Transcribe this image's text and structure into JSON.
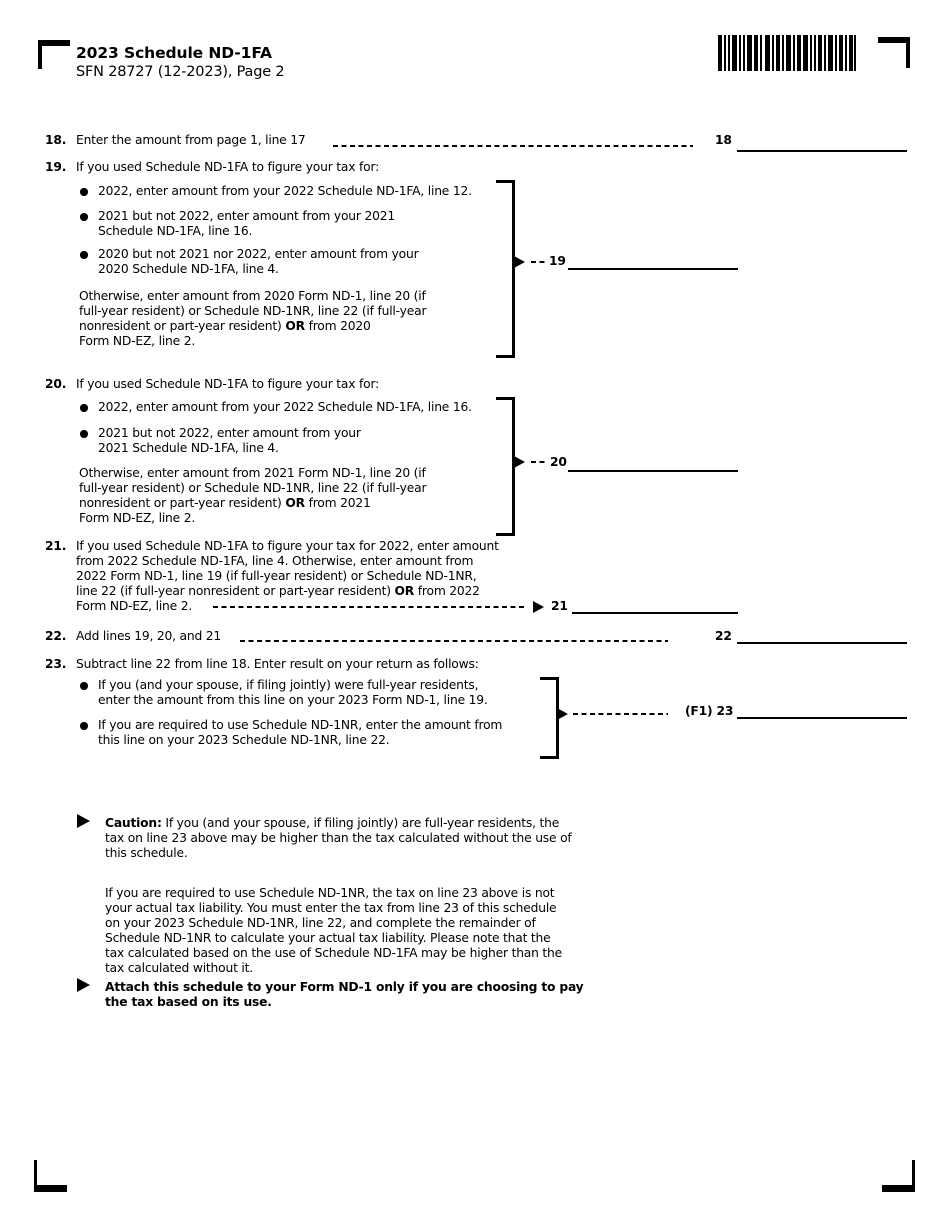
{
  "header": {
    "title": "2023 Schedule ND-1FA",
    "subtitle": "SFN 28727 (12-2023), Page 2"
  },
  "line18": {
    "num": "18.",
    "text": "Enter the amount from page 1, line 17",
    "field": "18"
  },
  "line19": {
    "num": "19.",
    "intro": "If you used Schedule ND-1FA to figure your tax for:",
    "b1l1": "2022, enter amount from your 2022 Schedule ND-1FA, line 12.",
    "b2l1": "2021 but not 2022, enter amount from your 2021",
    "b2l2": "Schedule ND-1FA, line 16.",
    "b3l1": "2020 but not 2021 nor 2022, enter amount from your",
    "b3l2": "2020 Schedule ND-1FA, line 4.",
    "o1": "Otherwise, enter amount from 2020 Form ND-1, line 20 (if",
    "o2": "full-year resident) or Schedule ND-1NR, line 22 (if full-year",
    "o3a": "nonresident or part-year resident) ",
    "o3b": "OR",
    "o3c": " from 2020",
    "o4": "Form ND-EZ, line 2.",
    "field": "19"
  },
  "line20": {
    "num": "20.",
    "intro": "If you used Schedule ND-1FA to figure your tax for:",
    "b1l1": "2022, enter amount from your 2022 Schedule ND-1FA, line 16.",
    "b2l1": "2021 but not 2022, enter amount from your",
    "b2l2": "2021 Schedule ND-1FA, line 4.",
    "o1": "Otherwise, enter amount from 2021 Form ND-1, line 20 (if",
    "o2": "full-year resident) or Schedule ND-1NR, line 22 (if full-year",
    "o3a": "nonresident or part-year resident) ",
    "o3b": "OR",
    "o3c": " from 2021",
    "o4": "Form ND-EZ, line 2.",
    "field": "20"
  },
  "line21": {
    "num": "21.",
    "l1": "If you used Schedule ND-1FA to figure your tax for 2022, enter amount",
    "l2": "from 2022 Schedule ND-1FA, line 4. Otherwise, enter amount from",
    "l3": "2022 Form ND-1, line 19 (if full-year resident) or Schedule ND-1NR,",
    "l4a": "line 22 (if full-year nonresident or part-year resident) ",
    "l4b": "OR",
    "l4c": " from 2022",
    "l5": "Form ND-EZ, line 2.",
    "field": "21"
  },
  "line22": {
    "num": "22.",
    "text": "Add lines 19, 20, and 21",
    "field": "22"
  },
  "line23": {
    "num": "23.",
    "intro": "Subtract line 22 from line 18. Enter result on your return as follows:",
    "b1l1": "If you (and your spouse, if filing jointly) were full-year residents,",
    "b1l2": "enter the amount from this line on your 2023 Form ND-1, line 19.",
    "b2l1": "If you are required to use Schedule ND-1NR, enter the amount from",
    "b2l2": "this line on your 2023 Schedule ND-1NR, line 22.",
    "field": "(F1) 23"
  },
  "caution": {
    "label": "Caution:",
    "p1l1": " If you (and your spouse, if filing jointly) are full-year residents, the",
    "p1l2": "tax on line 23 above may be higher than the tax calculated without the use of",
    "p1l3": "this schedule.",
    "p2l1": "If you are required to use Schedule ND-1NR, the tax on line 23 above is not",
    "p2l2": "your actual tax liability. You must enter the tax from line 23 of this schedule",
    "p2l3": "on your 2023 Schedule ND-1NR, line 22, and complete the remainder of",
    "p2l4": "Schedule ND-1NR to calculate your actual tax liability. Please note that the",
    "p2l5": "tax calculated based on the use of Schedule ND-1FA may be higher than the",
    "p2l6": "tax calculated without it."
  },
  "attach": {
    "l1": "Attach this schedule to your Form ND-1 only if you are choosing to pay",
    "l2": "the tax based on its use."
  }
}
